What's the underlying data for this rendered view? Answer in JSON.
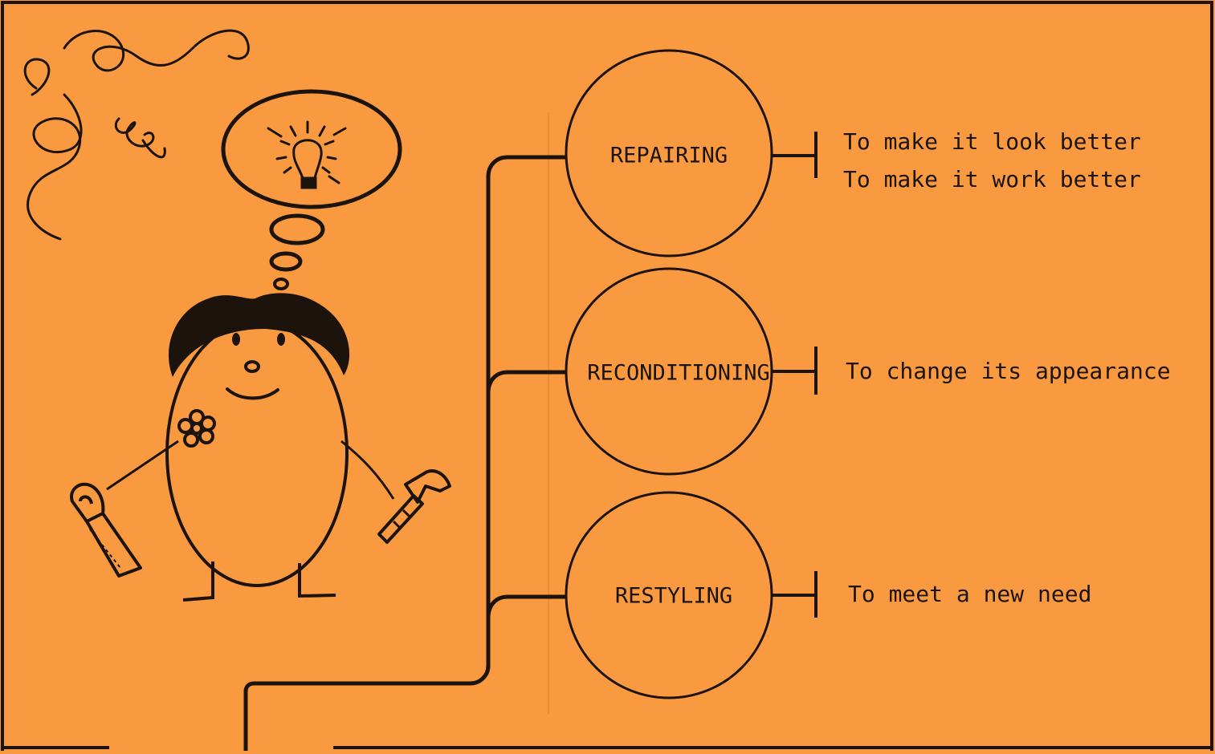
{
  "colors": {
    "background": "#f99a41",
    "ink": "#1c140c"
  },
  "illustration": {
    "subject": "cartoon figure with tools",
    "thought": "light-bulb-icon",
    "tools": [
      "saw-icon",
      "hammer-icon"
    ],
    "decorations": [
      "flourish",
      "flower-icon"
    ]
  },
  "nodes": [
    {
      "label": "REPAIRING",
      "purposes": [
        "To make it look better",
        "To make it work better"
      ]
    },
    {
      "label": "RECONDITIONING",
      "purposes": [
        "To change its appearance"
      ]
    },
    {
      "label": "RESTYLING",
      "purposes": [
        "To meet a new need"
      ]
    }
  ]
}
